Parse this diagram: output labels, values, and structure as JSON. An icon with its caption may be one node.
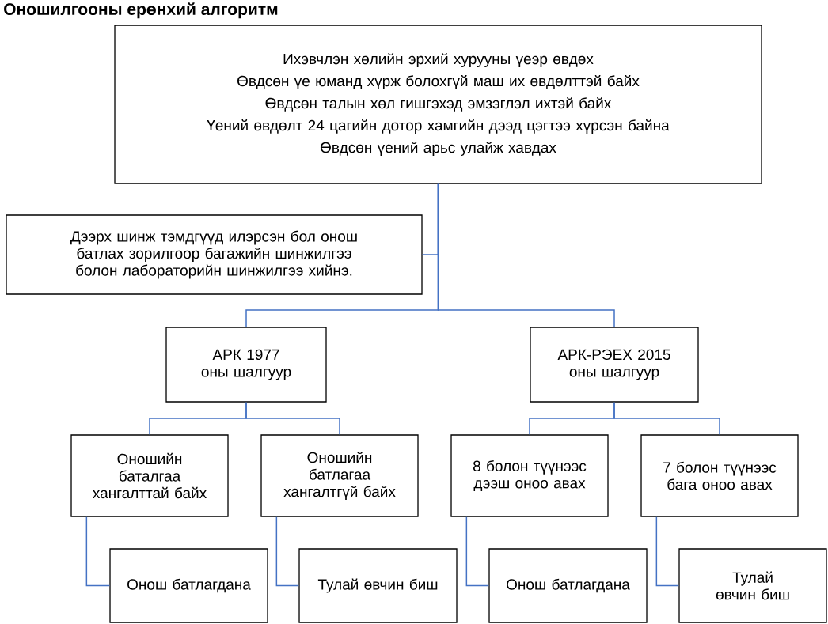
{
  "diagram": {
    "title": "Оношилгооны ерөнхий алгоритм",
    "nodes": [
      {
        "text": [
          "Ихэвчлэн хөлийн эрхий хурууны үеэр өвдөх",
          "Өвдсөн үе юманд хүрж болохгүй маш их өвдөлттэй байх",
          "Өвдсөн талын хөл гишгэхэд эмзэглэл ихтэй байх",
          "Үений өвдөлт 24 цагийн дотор хамгийн дээд цэгтээ хүрсэн байна",
          "Өвдсөн үений арьс улайж хавдах"
        ]
      },
      {
        "text": [
          "Дээрх шинж тэмдгүүд илэрсэн бол онош батлах зорилгоор багажийн шинжилгээ болон лабораторийн шинжилгээ хийнэ."
        ]
      },
      {
        "text": [
          "АРК 1977 оны шалгуур"
        ]
      },
      {
        "text": [
          "АРК-РЭЕХ 2015 оны шалгуур"
        ]
      },
      {
        "text": [
          "Оношийн баталгаа хангалттай байх"
        ]
      },
      {
        "text": [
          "Оношийн батлагаа хангалтгүй байх"
        ]
      },
      {
        "text": [
          "8 болон түүнээс дээш оноо авах"
        ]
      },
      {
        "text": [
          "7 болон түүнээс бага оноо авах"
        ]
      },
      {
        "text": [
          "Онош батлагдана"
        ]
      },
      {
        "text": [
          "Тулай өвчин биш"
        ]
      },
      {
        "text": [
          "Онош батлагдана"
        ]
      },
      {
        "text": [
          "Тулай өвчин биш"
        ]
      }
    ],
    "edges": [
      {
        "from": 0,
        "to": 1,
        "arrow": "none"
      },
      {
        "from": 0,
        "to": 2,
        "arrow": "none"
      },
      {
        "from": 0,
        "to": 3,
        "arrow": "none"
      },
      {
        "from": 2,
        "to": 4,
        "arrow": "none"
      },
      {
        "from": 2,
        "to": 5,
        "arrow": "none"
      },
      {
        "from": 3,
        "to": 6,
        "arrow": "none"
      },
      {
        "from": 3,
        "to": 7,
        "arrow": "none"
      },
      {
        "from": 4,
        "to": 8,
        "arrow": "none"
      },
      {
        "from": 5,
        "to": 9,
        "arrow": "none"
      },
      {
        "from": 6,
        "to": 10,
        "arrow": "none"
      },
      {
        "from": 7,
        "to": 11,
        "arrow": "none"
      }
    ]
  }
}
